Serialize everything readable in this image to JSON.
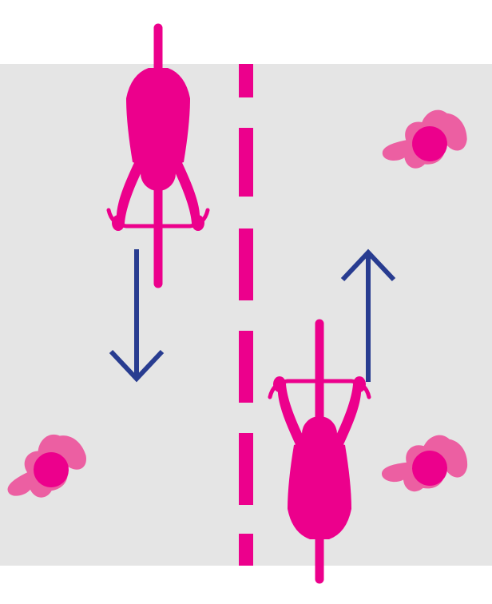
{
  "colors": {
    "background": "#ffffff",
    "road": "#e5e5e5",
    "center_line": "#ec008c",
    "cyclist": "#ec008c",
    "pedestrian_body": "#ec5fa2",
    "pedestrian_head": "#ec008c",
    "arrow": "#283c90"
  },
  "lanes": [
    {
      "name": "left-lane",
      "direction": "down"
    },
    {
      "name": "right-lane",
      "direction": "up"
    }
  ],
  "cyclists": [
    {
      "lane": "left",
      "heading": "down"
    },
    {
      "lane": "right",
      "heading": "up"
    }
  ],
  "pedestrians": [
    {
      "position": "top-right"
    },
    {
      "position": "bottom-left"
    },
    {
      "position": "bottom-right"
    }
  ],
  "icons": [
    "cyclist-icon",
    "pedestrian-icon",
    "arrow-down-icon",
    "arrow-up-icon"
  ]
}
